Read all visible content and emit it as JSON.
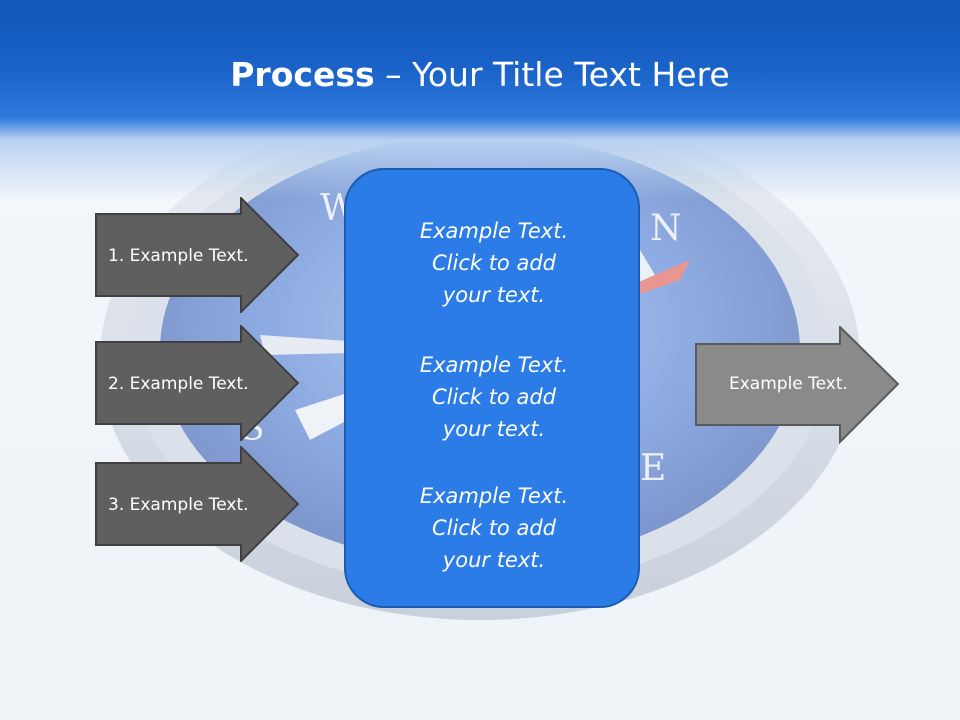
{
  "slide": {
    "title_bold": "Process",
    "title_rest": " – Your Title Text Here"
  },
  "left_arrows": [
    {
      "label": "1. Example Text."
    },
    {
      "label": "2. Example Text."
    },
    {
      "label": "3. Example Text."
    }
  ],
  "center_box": {
    "blocks": [
      {
        "line1": "Example Text.",
        "line2": "Click  to add",
        "line3": "your text."
      },
      {
        "line1": "Example Text.",
        "line2": "Click  to add",
        "line3": "your text."
      },
      {
        "line1": "Example Text.",
        "line2": "Click  to add",
        "line3": "your text."
      }
    ]
  },
  "right_arrow": {
    "label": "Example Text."
  },
  "colors": {
    "header_blue": "#1a63c9",
    "center_box": "#2b7ce6",
    "dark_arrow": "#5f5f5f",
    "light_arrow": "#8a8a8a"
  },
  "background_image": "compass-image"
}
